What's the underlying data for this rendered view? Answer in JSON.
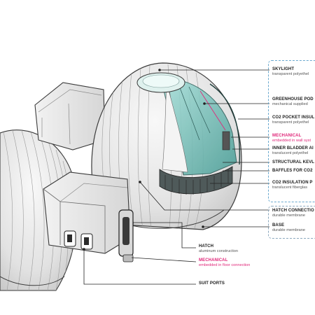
{
  "labels": {
    "skylight": {
      "title": "SKYLIGHT",
      "sub": "transparent polyethel"
    },
    "greenhouse": {
      "title": "GREENHOUSE POD",
      "sub": "mechanical supplied"
    },
    "co2_pocket": {
      "title": "CO2 POCKET INSUL",
      "sub": "transparent polyethel"
    },
    "mechanical_wall": {
      "title": "MECHANICAL",
      "sub": "embedded in wall syst"
    },
    "inner_bladder": {
      "title": "INNER BLADDER AI",
      "sub": "translucent polyethel"
    },
    "structural": {
      "title": "STRUCTURAL KEVL",
      "sub": ""
    },
    "baffles": {
      "title": "BAFFLES FOR CO2",
      "sub": ""
    },
    "co2_insulation": {
      "title": "CO2 INSULATION P",
      "sub": "translucent fiberglas"
    },
    "hatch_connection": {
      "title": "HATCH CONNECTIO",
      "sub": "durable membrane"
    },
    "base": {
      "title": "BASE",
      "sub": "durable membrane"
    },
    "hatch": {
      "title": "HATCH",
      "sub": "aluminum construction"
    },
    "mechanical_floor": {
      "title": "MECHANICAL",
      "sub": "embedded in floor connection"
    },
    "suit_ports": {
      "title": "SUIT PORTS",
      "sub": ""
    }
  },
  "colors": {
    "accent_pink": "#e0287a",
    "frame_blue": "#6aa9cf",
    "glass_teal": "#6fc3bd",
    "shell_grey": "#e9e9e9",
    "outline": "#3a3a3a"
  }
}
